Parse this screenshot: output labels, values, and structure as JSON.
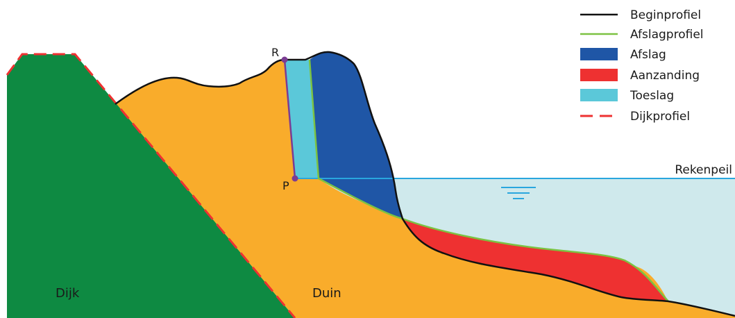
{
  "legend": {
    "items": [
      {
        "label": "Beginprofiel",
        "kind": "line",
        "color": "#111111"
      },
      {
        "label": "Afslagprofiel",
        "kind": "line",
        "color": "#7cc242"
      },
      {
        "label": "Afslag",
        "kind": "box",
        "color": "#1f56a6"
      },
      {
        "label": "Aanzanding",
        "kind": "box",
        "color": "#ee3131"
      },
      {
        "label": "Toeslag",
        "kind": "box",
        "color": "#5bc8d9"
      },
      {
        "label": "Dijkprofiel",
        "kind": "dash",
        "color": "#ee3131"
      }
    ]
  },
  "labels": {
    "water_level": "Rekenpeil",
    "dike": "Dijk",
    "dune": "Duin",
    "point_r": "R",
    "point_p": "P"
  },
  "colors": {
    "dike": "#0e8a42",
    "dune": "#f9ac2b",
    "water": "#cfe9ec",
    "water_line": "#29a6de",
    "points": "#7b3c93"
  }
}
